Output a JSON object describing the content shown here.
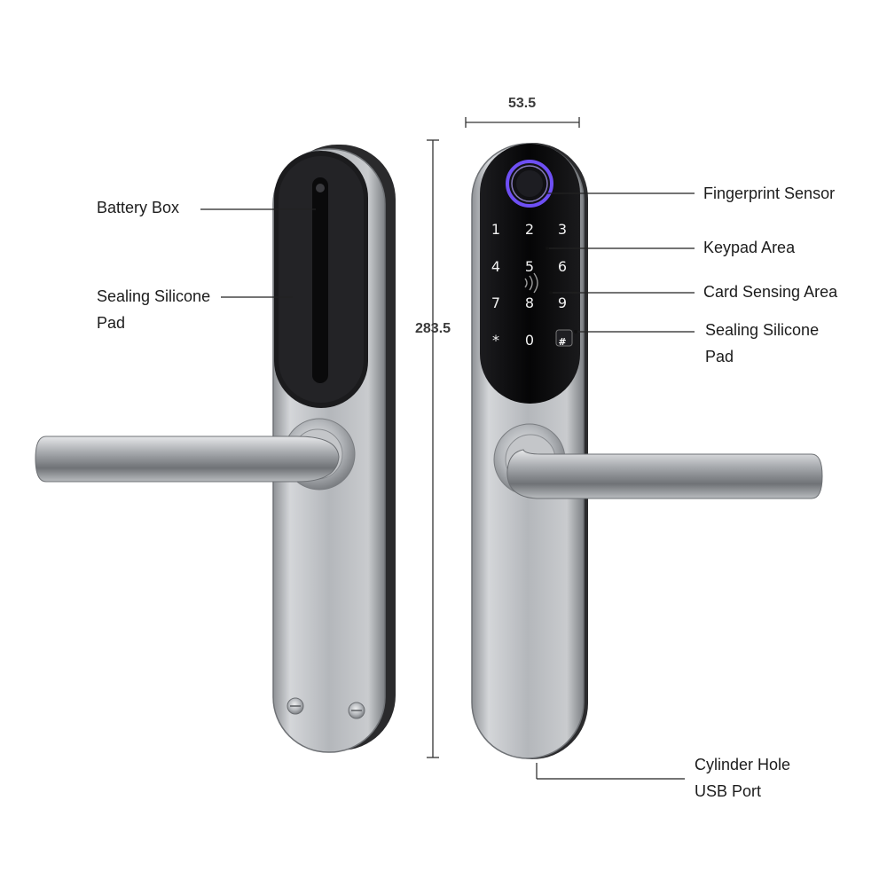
{
  "dimensions": {
    "width": "53.5",
    "height": "283.5"
  },
  "labels": {
    "battery_box": "Battery Box",
    "sealing_pad_left_line1": "Sealing Silicone",
    "sealing_pad_left_line2": "Pad",
    "fingerprint_sensor": "Fingerprint Sensor",
    "keypad_area": "Keypad Area",
    "card_sensing_area": "Card Sensing Area",
    "sealing_pad_right_line1": "Sealing Silicone",
    "sealing_pad_right_line2": "Pad",
    "cylinder_hole": "Cylinder Hole",
    "usb_port": "USB Port"
  },
  "keypad": {
    "keys": [
      "1",
      "2",
      "3",
      "4",
      "5",
      "6",
      "7",
      "8",
      "9",
      "*",
      "0",
      "#"
    ]
  },
  "colors": {
    "steel": "#b9bcc0",
    "panel": "#0b0b0d",
    "fingerprint_ring": "#7b5cff",
    "key_text": "#f2f2f2"
  }
}
